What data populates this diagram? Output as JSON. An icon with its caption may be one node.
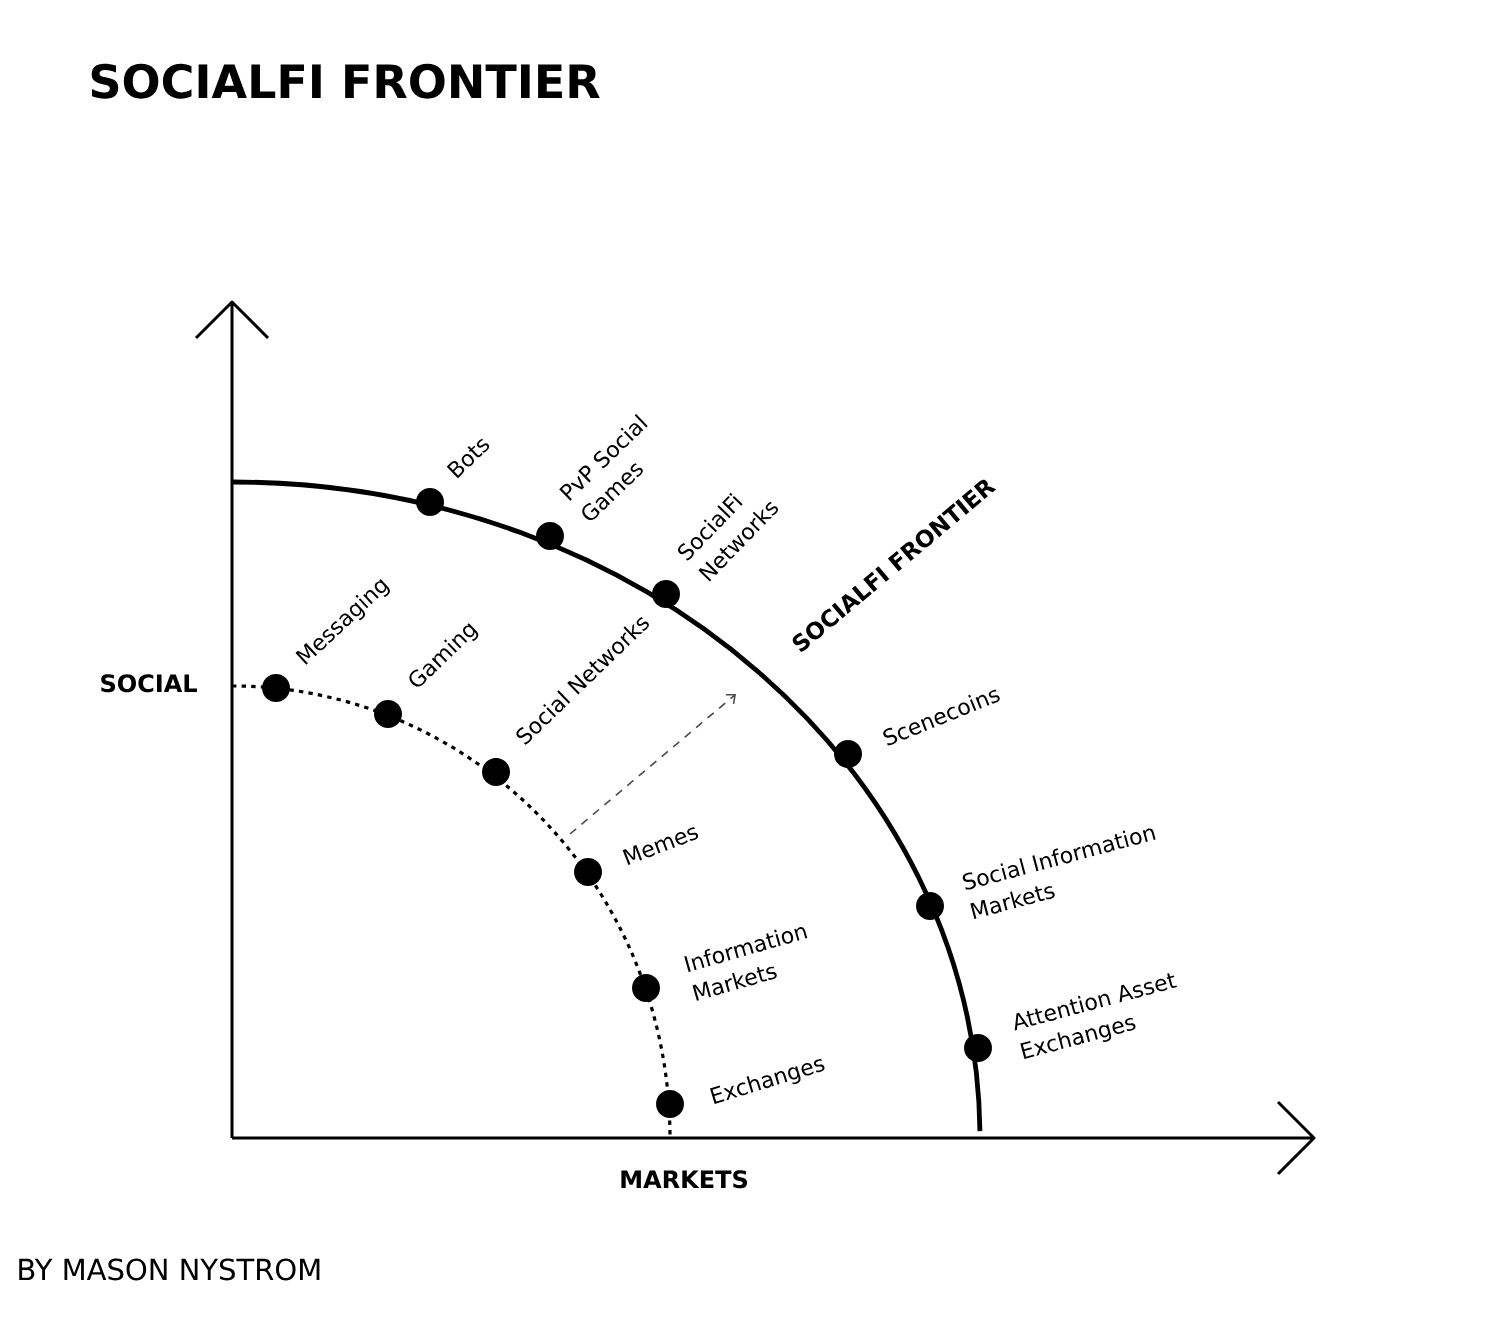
{
  "diagram": {
    "title": "SOCIALFI FRONTIER",
    "nodes": [
      {
        "text": [],
        "shape": "circle",
        "beside": [
          "Messaging"
        ]
      },
      {
        "text": [],
        "shape": "circle",
        "beside": [
          "Gaming"
        ]
      },
      {
        "text": [],
        "shape": "circle",
        "beside": [
          "Social Networks"
        ]
      },
      {
        "text": [],
        "shape": "circle",
        "beside": [
          "Memes"
        ]
      },
      {
        "text": [],
        "shape": "circle",
        "beside": [
          "Information Markets"
        ]
      },
      {
        "text": [],
        "shape": "circle",
        "beside": [
          "Exchanges"
        ]
      },
      {
        "text": [],
        "shape": "circle",
        "beside": [
          "Bots"
        ]
      },
      {
        "text": [],
        "shape": "circle",
        "beside": [
          "PvP Social Games"
        ]
      },
      {
        "text": [],
        "shape": "circle",
        "beside": [
          "SocialFi Networks"
        ]
      },
      {
        "text": [],
        "shape": "circle",
        "beside": [
          "Scenecoins"
        ]
      },
      {
        "text": [],
        "shape": "circle",
        "beside": [
          "Social Information Markets"
        ]
      },
      {
        "text": [],
        "shape": "circle",
        "beside": [
          "Attention Asset Exchanges"
        ]
      }
    ],
    "labels": [
      "SOCIALFI FRONTIER",
      "SOCIAL",
      "MARKETS",
      "BY MASON NYSTROM"
    ]
  }
}
